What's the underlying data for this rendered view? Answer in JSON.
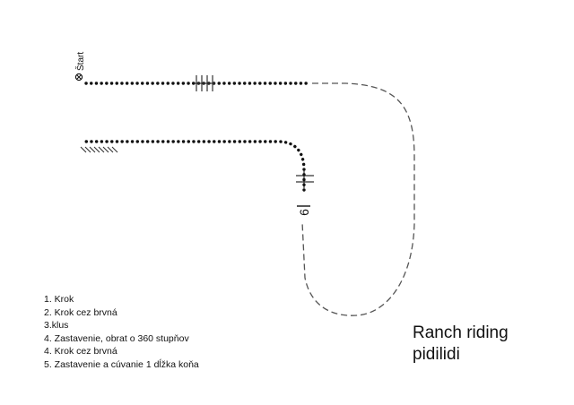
{
  "diagram": {
    "start_label": "Štart",
    "marker_label": "6",
    "title_lines": [
      "Ranch riding",
      "pidilidi"
    ],
    "legend": [
      "1. Krok",
      "2. Krok cez brvná",
      "3.klus",
      "4. Zastavenie, obrat o 360 stupňov",
      "4. Krok cez brvná",
      "5. Zastavenie a cúvanie 1 dĺžka koňa"
    ],
    "colors": {
      "line": "#111111",
      "dashed": "#555555",
      "background": "#ffffff"
    }
  }
}
